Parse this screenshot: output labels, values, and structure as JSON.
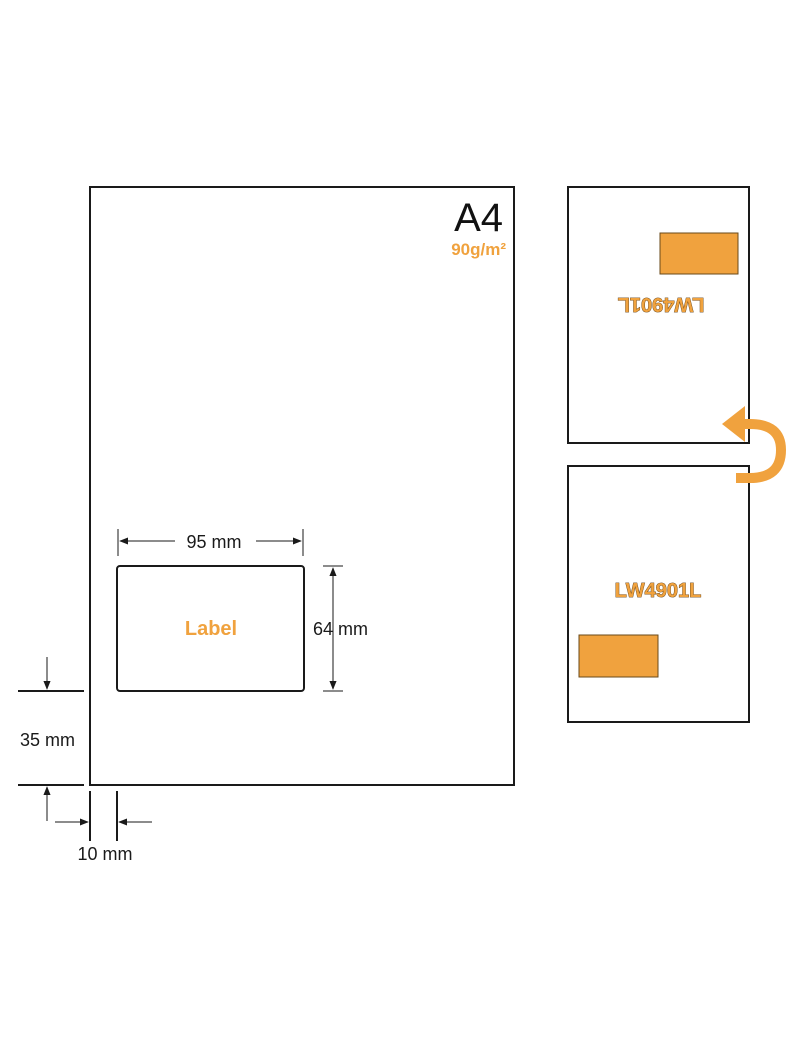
{
  "sheet": {
    "size_label": "A4",
    "weight_label": "90g/m²"
  },
  "label": {
    "text": "Label",
    "width_label": "95 mm",
    "height_label": "64 mm"
  },
  "offsets": {
    "bottom_label": "35 mm",
    "left_label": "10 mm"
  },
  "preview": {
    "product_code": "LW4901L",
    "product_code_mirrored": "LW4901L"
  },
  "colors": {
    "accent": "#f0a23e",
    "outline": "#1a1a1a"
  },
  "icons": {
    "flip": "flip-arrow-icon"
  }
}
